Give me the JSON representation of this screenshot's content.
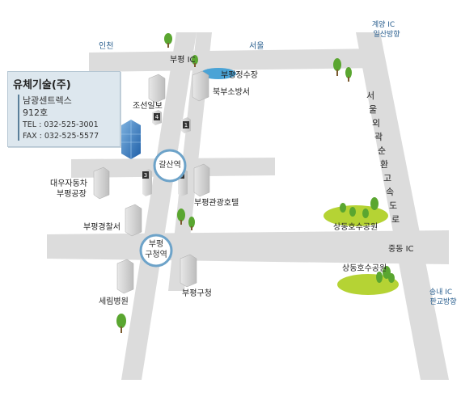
{
  "company": {
    "name": "유체기술(주)",
    "address_line1": "남광센트렉스",
    "address_line2": "912호",
    "tel": "TEL : 032-525-3001",
    "fax": "FAX : 032-525-5577"
  },
  "directions": {
    "incheon": "인천",
    "seoul": "서울",
    "gyeyang_ic": "계양 IC",
    "ilsan": "일산방향",
    "songnae_ic": "송내 IC",
    "pangyo": "판교방향"
  },
  "interchanges": {
    "bupyeong_ic": "부평 IC",
    "jungdong_ic": "중동 IC"
  },
  "expressway": {
    "chars": [
      "서",
      "울",
      "외",
      "곽",
      "순",
      "환",
      "고",
      "속",
      "도",
      "로"
    ]
  },
  "stations": {
    "galsan": "갈산역",
    "bupyeong_gucheong_line1": "부평",
    "bupyeong_gucheong_line2": "구청역"
  },
  "exits": [
    "4",
    "1",
    "3",
    "2"
  ],
  "landmarks": {
    "water_plant": "부평정수장",
    "fire_station": "북부소방서",
    "joseon_ilbo": "조선일보",
    "daewoo_line1": "대우자동차",
    "daewoo_line2": "부평공장",
    "hotel": "부평관광호텔",
    "police": "부평경찰서",
    "park_1": "상동호수공원",
    "park_2": "상동호수공원",
    "hospital": "세림병원",
    "district_office": "부평구청"
  },
  "colors": {
    "road": "#dcdcdc",
    "text_blue": "#2a5f8f",
    "grass": "#b5d334",
    "tree": "#5aa630",
    "water": "#4aa3d6",
    "building_face": "#d3d3d3",
    "station_ring": "#6da3c9"
  }
}
